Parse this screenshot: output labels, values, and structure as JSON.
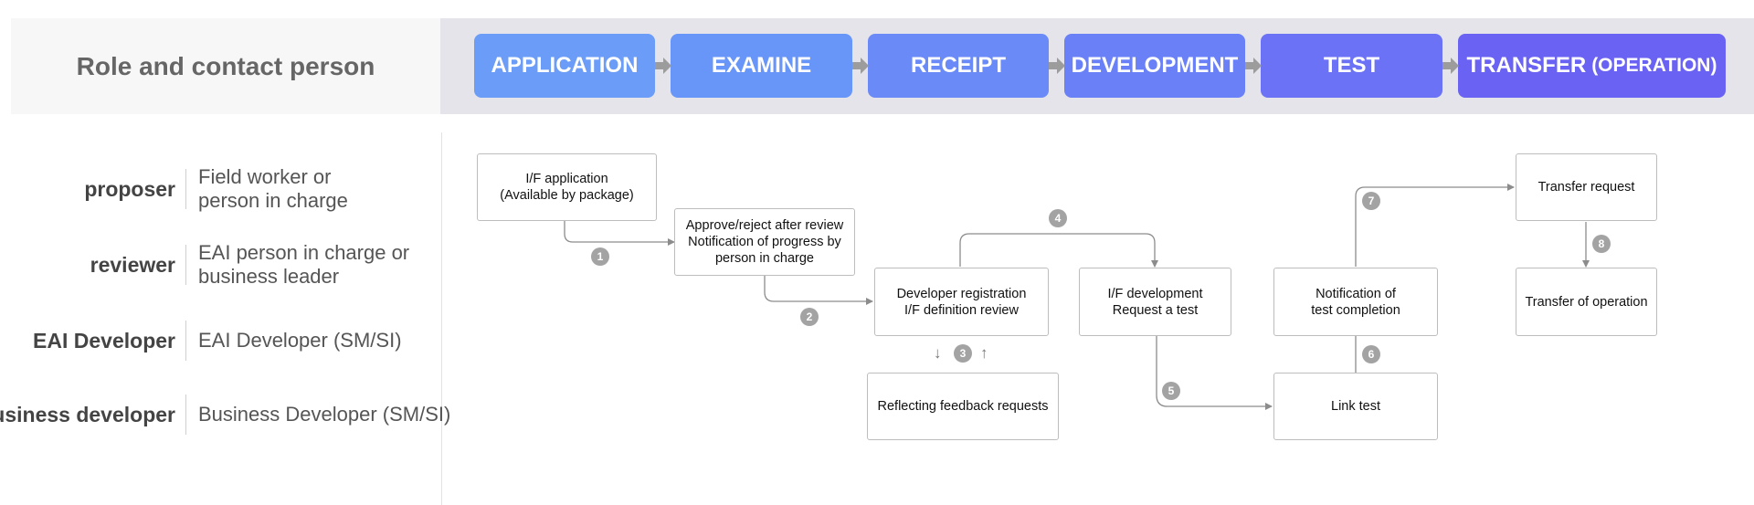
{
  "header": {
    "role_title": "Role and contact person"
  },
  "stages": [
    {
      "label": "APPLICATION",
      "sub": "",
      "color": "#6a9cf8"
    },
    {
      "label": "EXAMINE",
      "sub": "",
      "color": "#6896f8"
    },
    {
      "label": "RECEIPT",
      "sub": "",
      "color": "#6a8af7"
    },
    {
      "label": "DEVELOPMENT",
      "sub": "",
      "color": "#6a80f6"
    },
    {
      "label": "TEST",
      "sub": "",
      "color": "#6b72f5"
    },
    {
      "label": "TRANSFER",
      "sub": "(OPERATION)",
      "color": "#6a62f2"
    }
  ],
  "roles": [
    {
      "name": "proposer",
      "desc": [
        "Field worker or",
        "person in charge"
      ]
    },
    {
      "name": "reviewer",
      "desc": [
        "EAI person in charge or",
        "business leader"
      ]
    },
    {
      "name": "EAI Developer",
      "desc": [
        "EAI Developer (SM/SI)"
      ]
    },
    {
      "name": "business developer",
      "desc": [
        "Business Developer (SM/SI)"
      ]
    }
  ],
  "boxes": {
    "if_application": [
      "I/F application",
      "(Available by package)"
    ],
    "approve_reject": [
      "Approve/reject after review",
      "Notification of progress by",
      "person in charge"
    ],
    "developer_registration": [
      "Developer registration",
      "I/F definition review"
    ],
    "feedback": [
      "Reflecting feedback requests"
    ],
    "if_development": [
      "I/F development",
      "Request a test"
    ],
    "link_test": [
      "Link test"
    ],
    "test_completion": [
      "Notification of",
      "test completion"
    ],
    "transfer_request": [
      "Transfer request"
    ],
    "transfer_operation": [
      "Transfer of operation"
    ]
  },
  "steps": [
    "1",
    "2",
    "3",
    "4",
    "5",
    "6",
    "7",
    "8"
  ],
  "feedback_arrows": {
    "down": "↓",
    "up": "↑"
  },
  "colors": {
    "line": "#8c8c8c",
    "badge": "#a3a3a3",
    "box_border": "#bdbdbd"
  }
}
